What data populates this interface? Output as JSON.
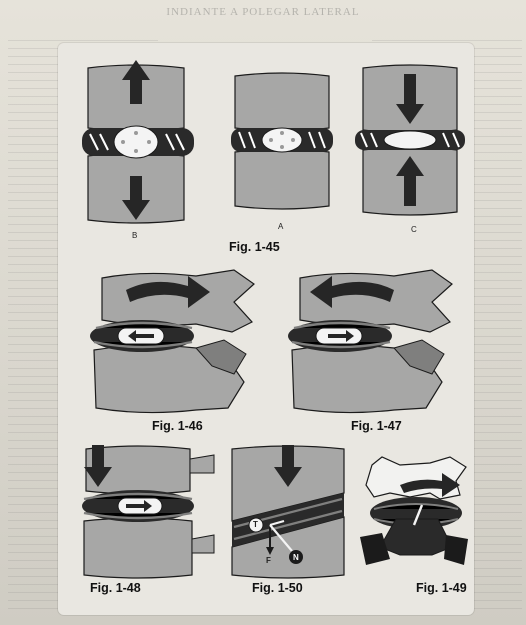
{
  "page_header": "INDIANTE A POLEGAR LATERAL",
  "figures": {
    "fig_1_45": {
      "caption": "Fig. 1-45",
      "labels": [
        "B",
        "A",
        "C"
      ]
    },
    "fig_1_46": {
      "caption": "Fig. 1-46"
    },
    "fig_1_47": {
      "caption": "Fig. 1-47"
    },
    "fig_1_48": {
      "caption": "Fig. 1-48"
    },
    "fig_1_50": {
      "caption": "Fig. 1-50",
      "labels": [
        "T",
        "F",
        "N"
      ]
    },
    "fig_1_49": {
      "caption": "Fig. 1-49"
    }
  },
  "colors": {
    "vertebra": "#a7a7a6",
    "vertebra_dark": "#7f7f7e",
    "arrow": "#262626",
    "disc_dark": "#2a2a2a",
    "panel": "#e9e7e1"
  }
}
